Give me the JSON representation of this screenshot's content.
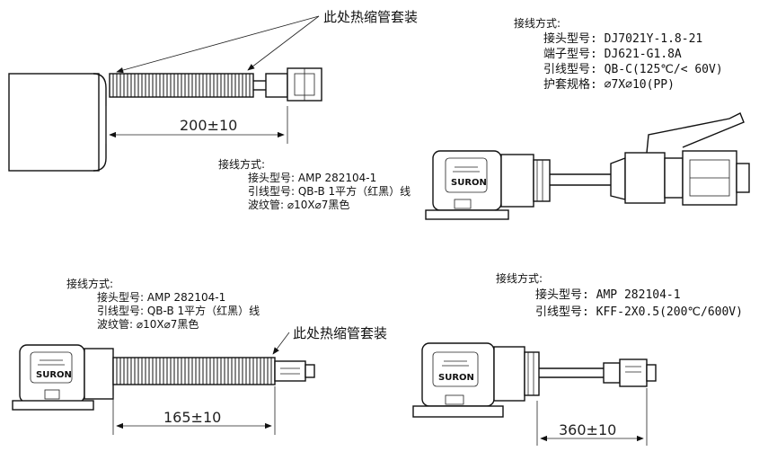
{
  "callouts": {
    "heat_shrink": "此处热缩管套装"
  },
  "dims": {
    "top_left": "200±10",
    "bottom_left": "165±10",
    "bottom_right": "360±10"
  },
  "logo": "SURON",
  "specs": {
    "top_left": {
      "title": "接线方式:",
      "lines": [
        "接头型号: AMP 282104-1",
        "引线型号: QB-B 1平方（红黑）线",
        "波纹管: ⌀10X⌀7黑色"
      ]
    },
    "top_right": {
      "title": "接线方式:",
      "lines": [
        "接头型号: DJ7021Y-1.8-21",
        "端子型号: DJ621-G1.8A",
        "引线型号: QB-C(125℃/< 60V)",
        "护套规格: ⌀7X⌀10(PP)"
      ]
    },
    "bottom_left": {
      "title": "接线方式:",
      "lines": [
        "接头型号: AMP 282104-1",
        "引线型号: QB-B 1平方（红黑）线",
        "波纹管: ⌀10X⌀7黑色"
      ]
    },
    "bottom_right": {
      "title": "接线方式:",
      "lines": [
        "接头型号: AMP 282104-1",
        "引线型号: KFF-2X0.5(200℃/600V)"
      ]
    }
  }
}
